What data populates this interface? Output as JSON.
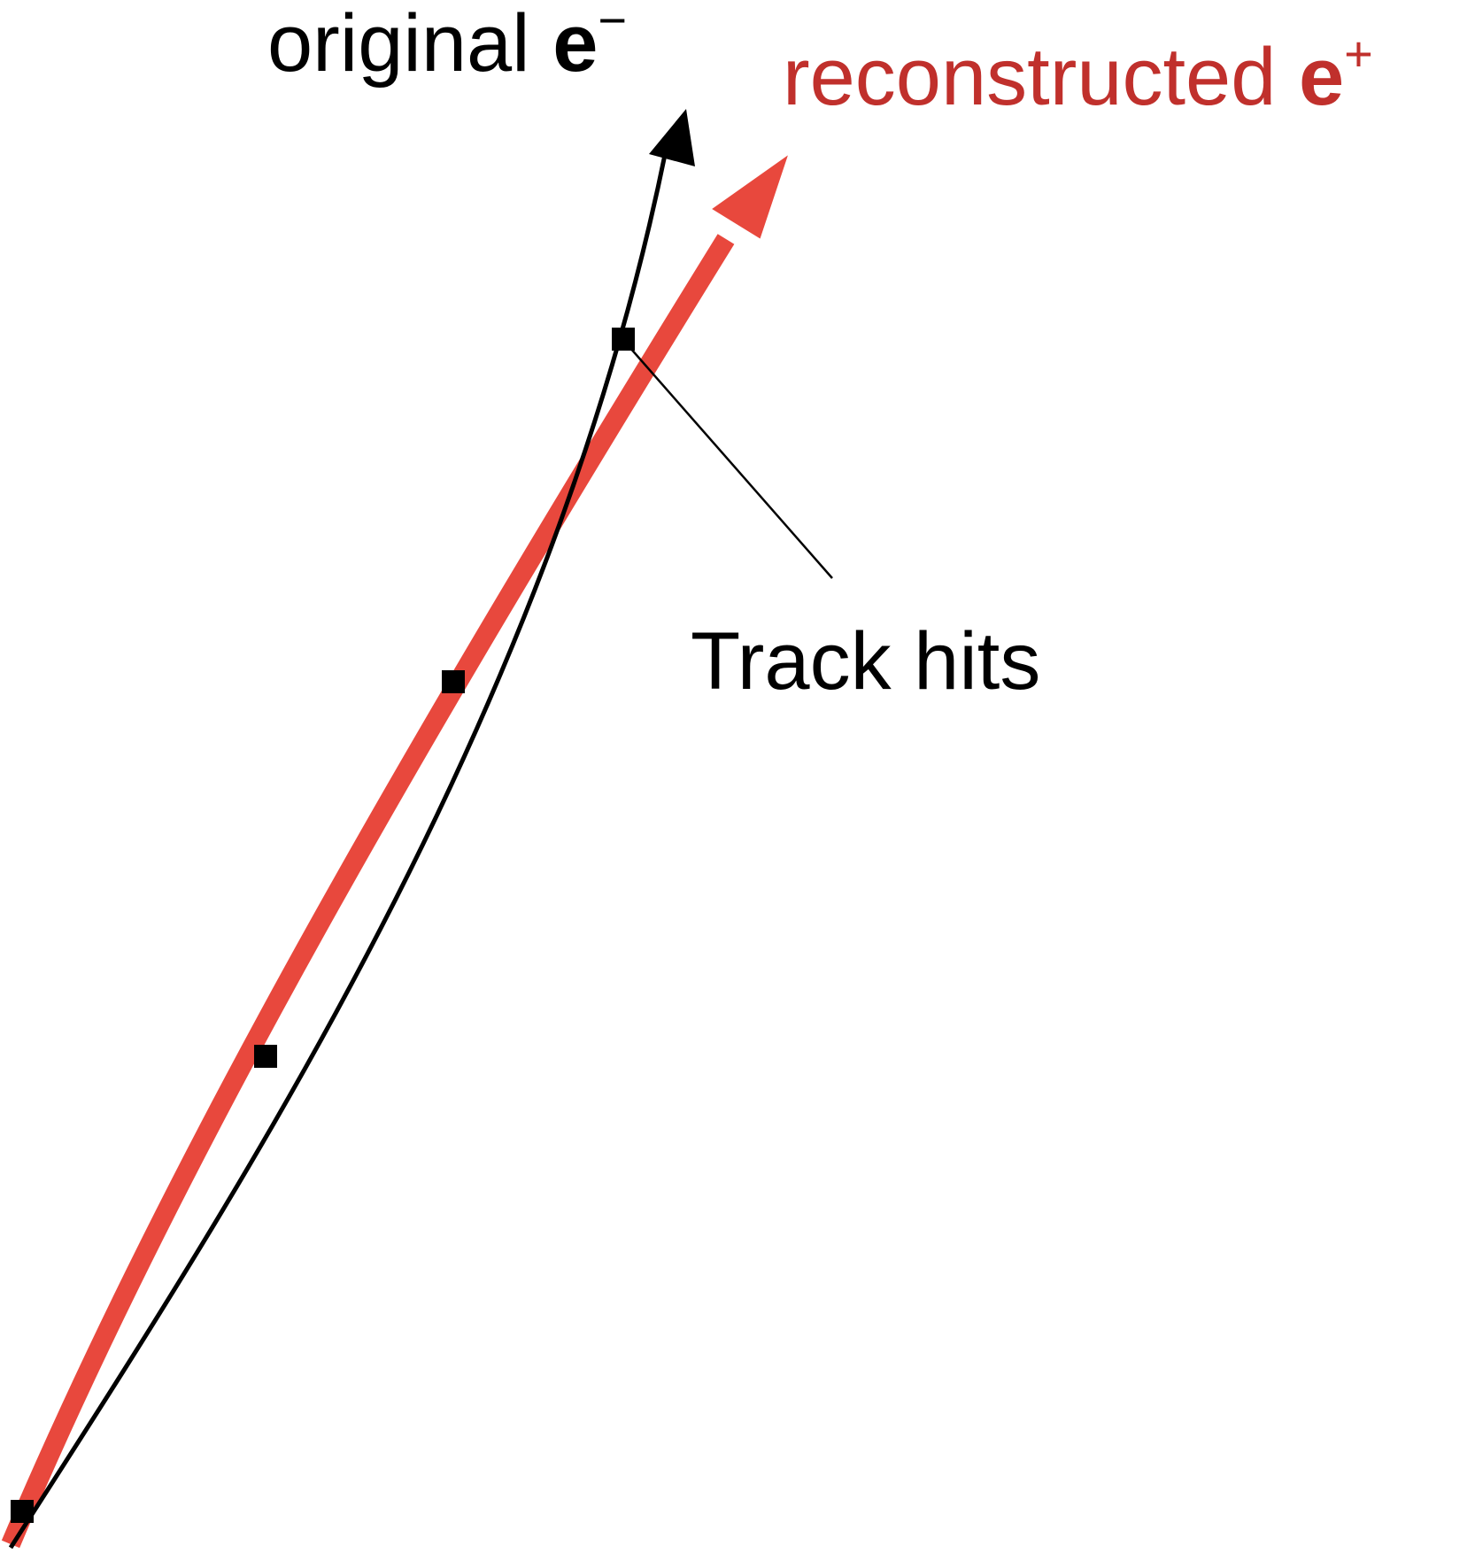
{
  "labels": {
    "original": {
      "text": "original",
      "particle": "e",
      "charge": "−",
      "color": "#000000"
    },
    "reconstructed": {
      "text": "reconstructed",
      "particle": "e",
      "charge": "+",
      "color": "#c0302c"
    },
    "hits": {
      "text": "Track hits",
      "color": "#000000"
    }
  },
  "colors": {
    "original_track": "#000000",
    "reconstructed_track": "#e8483d",
    "hit_marker": "#000000"
  }
}
